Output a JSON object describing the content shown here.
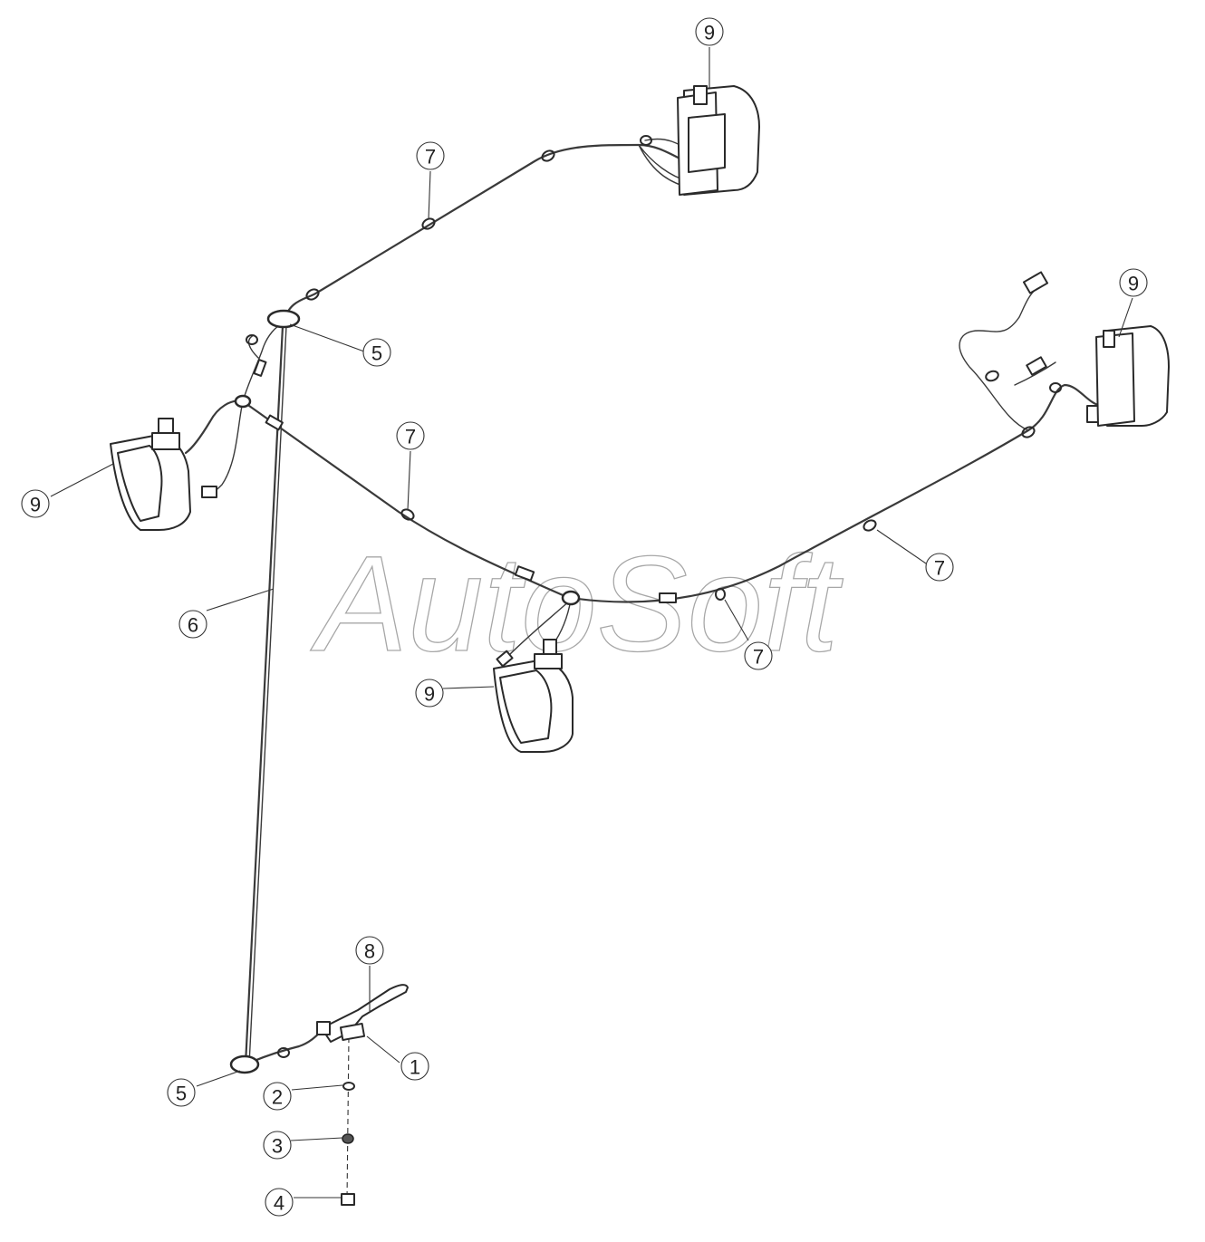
{
  "watermark": "AutoSoft",
  "callouts": [
    {
      "id": "c9-top",
      "label": "9"
    },
    {
      "id": "c7-top",
      "label": "7"
    },
    {
      "id": "c5-top",
      "label": "5"
    },
    {
      "id": "c9-right",
      "label": "9"
    },
    {
      "id": "c7-mid",
      "label": "7"
    },
    {
      "id": "c9-left",
      "label": "9"
    },
    {
      "id": "c7-right",
      "label": "7"
    },
    {
      "id": "c6",
      "label": "6"
    },
    {
      "id": "c7-center",
      "label": "7"
    },
    {
      "id": "c9-center",
      "label": "9"
    },
    {
      "id": "c8",
      "label": "8"
    },
    {
      "id": "c1",
      "label": "1"
    },
    {
      "id": "c5-bottom",
      "label": "5"
    },
    {
      "id": "c2",
      "label": "2"
    },
    {
      "id": "c3",
      "label": "3"
    },
    {
      "id": "c4",
      "label": "4"
    }
  ]
}
